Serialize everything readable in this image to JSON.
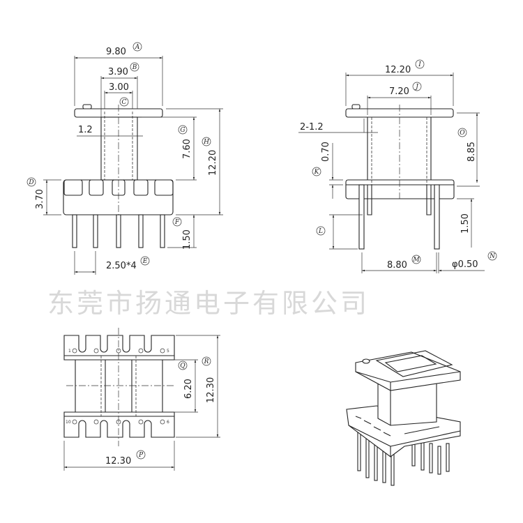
{
  "watermark": "东莞市扬通电子有限公司",
  "front_view": {
    "dims": {
      "A": "9.80",
      "B": "3.90",
      "C": "3.00",
      "wall": "1.2",
      "G": "7.60",
      "H": "12.20",
      "D": "3.70",
      "F": "1.50",
      "E": "2.50*4"
    },
    "labels": {
      "A": "A",
      "B": "B",
      "C": "C",
      "G": "G",
      "H": "H",
      "D": "D",
      "F": "F",
      "E": "E"
    }
  },
  "side_view": {
    "dims": {
      "I": "12.20",
      "J": "7.20",
      "wall": "2-1.2",
      "K": "0.70",
      "O": "8.85",
      "pin_len": "1.50",
      "M": "8.80",
      "N": "φ0.50"
    },
    "labels": {
      "I": "I",
      "J": "J",
      "K": "K",
      "O": "O",
      "L": "L",
      "M": "M",
      "N": "N"
    }
  },
  "top_view": {
    "dims": {
      "Q": "6.20",
      "R": "12.30",
      "P": "12.30"
    },
    "labels": {
      "Q": "Q",
      "R": "R",
      "P": "P"
    },
    "pin_numbers": {
      "p1": "1",
      "p5": "5",
      "p10": "10",
      "p6": "6"
    }
  }
}
